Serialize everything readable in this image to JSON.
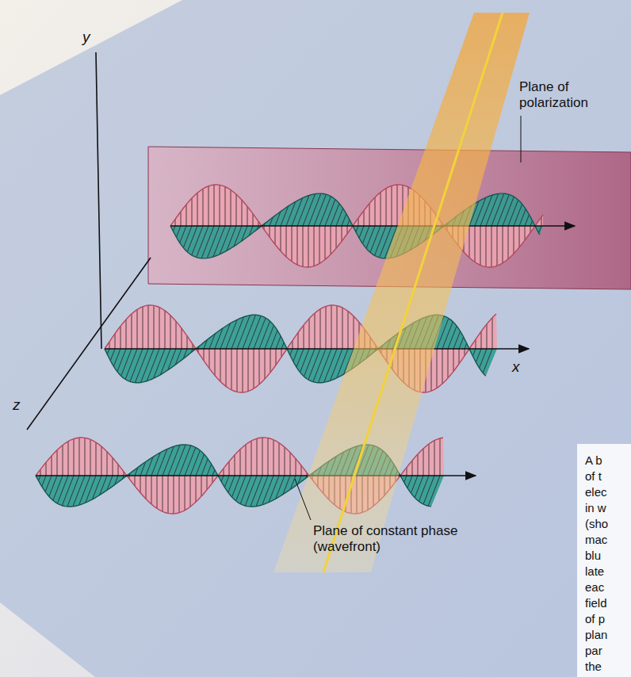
{
  "diagram": {
    "labels": [
      "y",
      "x",
      "z",
      "Plane of polarization",
      "Plane of constant phase (wavefront)",
      "A b",
      "of t",
      "elec",
      "in w",
      "(sho",
      "mac",
      "blu",
      "late",
      "eac",
      "field",
      "of p",
      "plan",
      "par",
      "the"
    ]
  }
}
